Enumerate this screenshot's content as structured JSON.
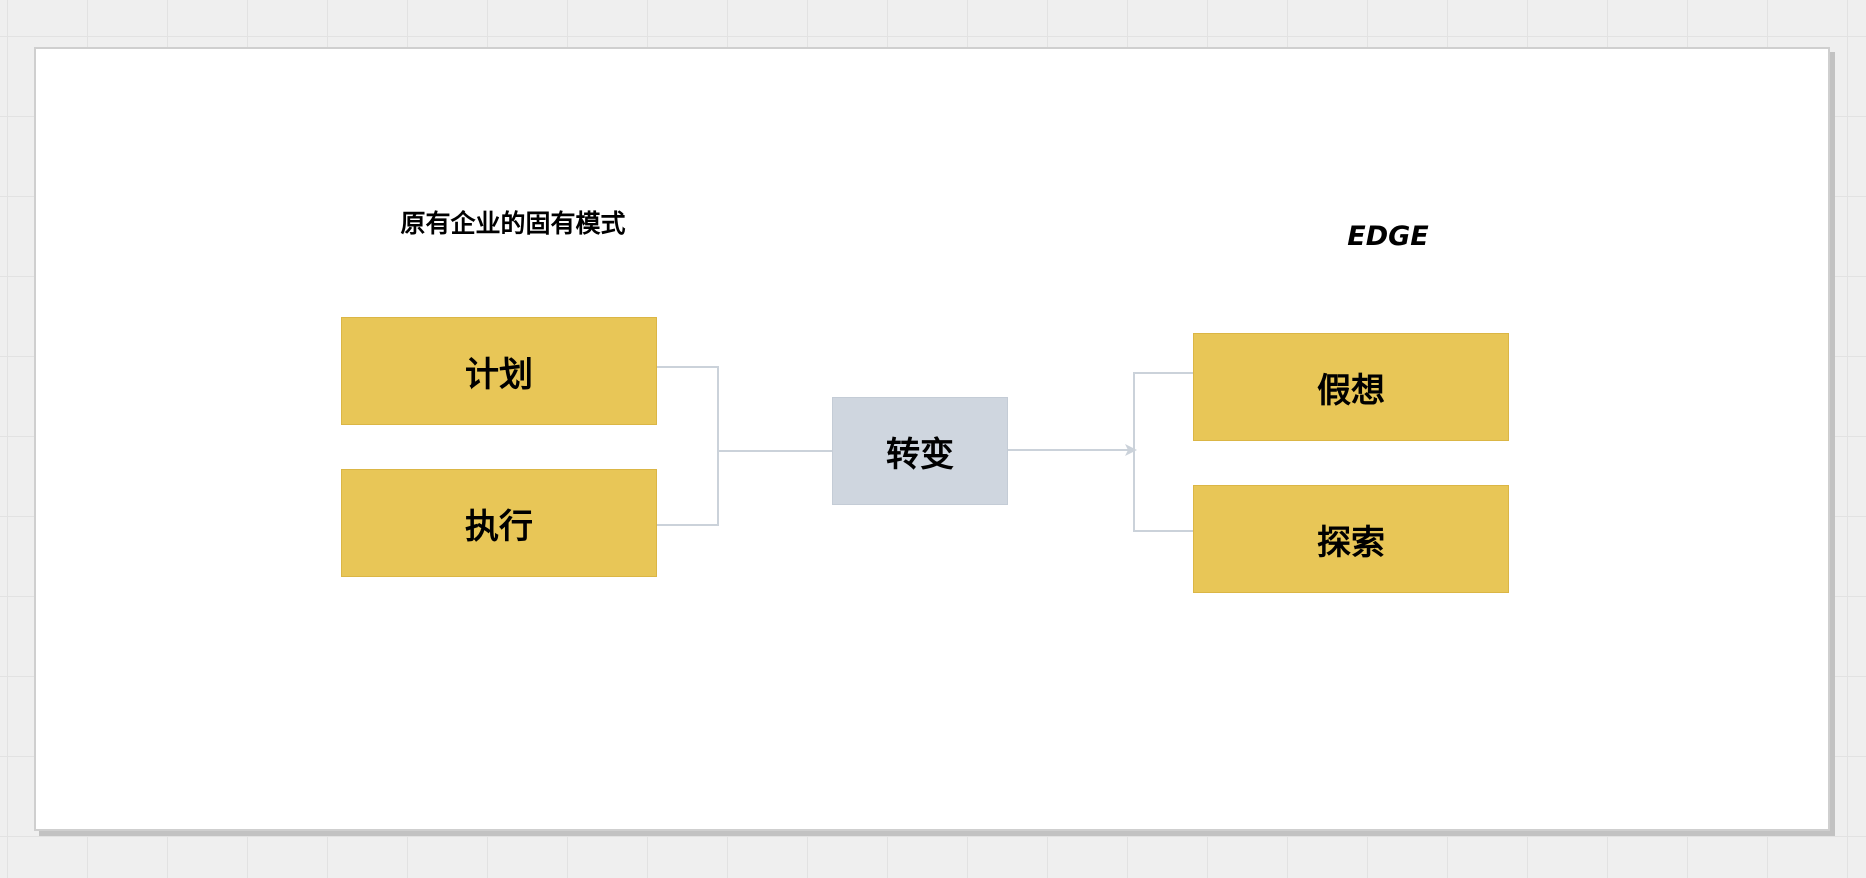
{
  "diagram": {
    "left_group_title": "原有企业的固有模式",
    "right_group_title": "EDGE",
    "nodes": {
      "plan": "计划",
      "execute": "执行",
      "change": "转变",
      "assume": "假想",
      "explore": "探索"
    },
    "colors": {
      "canvas_background": "#ffffff",
      "yellow_box": "#e8c657",
      "gray_box": "#cfd6df",
      "connector": "#cbd2da"
    }
  }
}
